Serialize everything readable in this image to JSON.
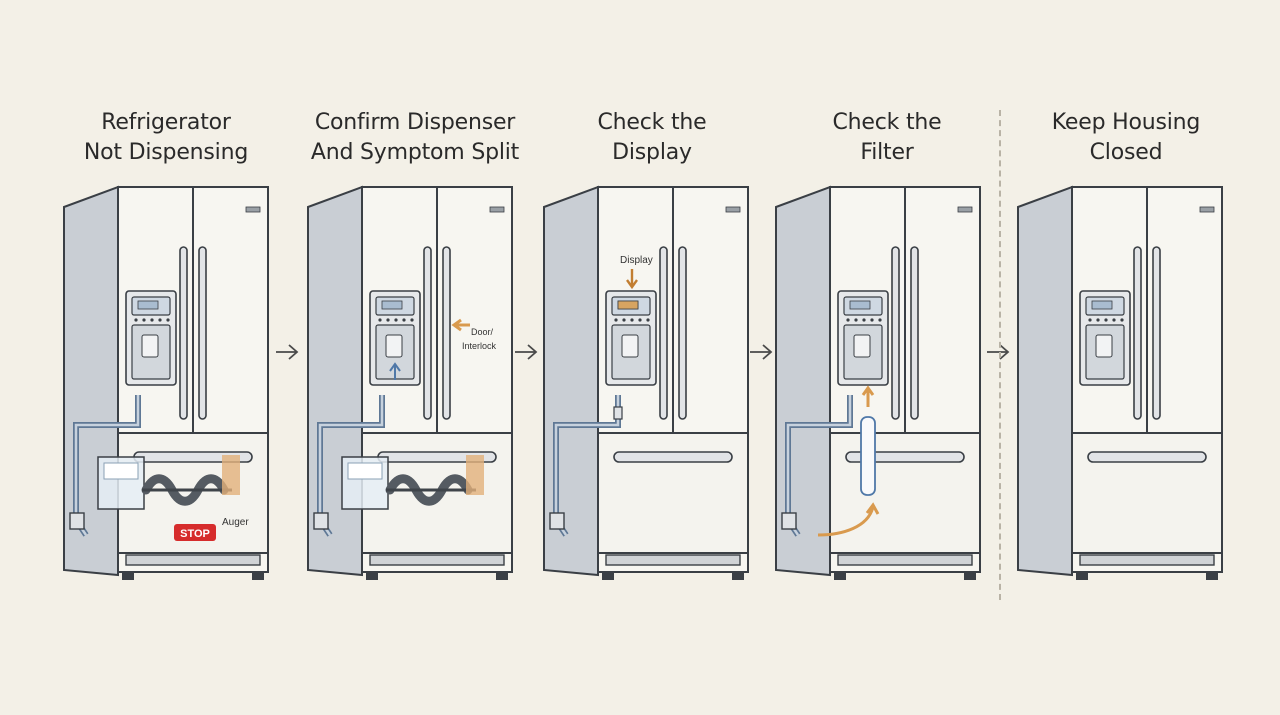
{
  "steps": [
    {
      "title_line1": "Refrigerator",
      "title_line2": "Not Dispensing"
    },
    {
      "title_line1": "Confirm Dispenser",
      "title_line2": "And Symptom Split"
    },
    {
      "title_line1": "Check the",
      "title_line2": "Display"
    },
    {
      "title_line1": "Check the",
      "title_line2": "Filter"
    },
    {
      "title_line1": "Keep Housing",
      "title_line2": "Closed"
    }
  ],
  "labels": {
    "stop": "STOP",
    "auger": "Auger",
    "door_interlock_line1": "Door/",
    "door_interlock_line2": "Interlock",
    "display": "Display"
  },
  "colors": {
    "background": "#f3f0e7",
    "fridge_body": "#f7f6f1",
    "fridge_side": "#c7ccd2",
    "outline": "#3a3f45",
    "water_line": "#5f7895",
    "highlight_orange": "#d99a4e",
    "stop_red": "#d62c2c",
    "arrow_blue": "#4f78a8"
  },
  "icons": [
    "right-arrow-icon",
    "up-arrow-icon",
    "down-arrow-icon",
    "left-arrow-icon"
  ]
}
